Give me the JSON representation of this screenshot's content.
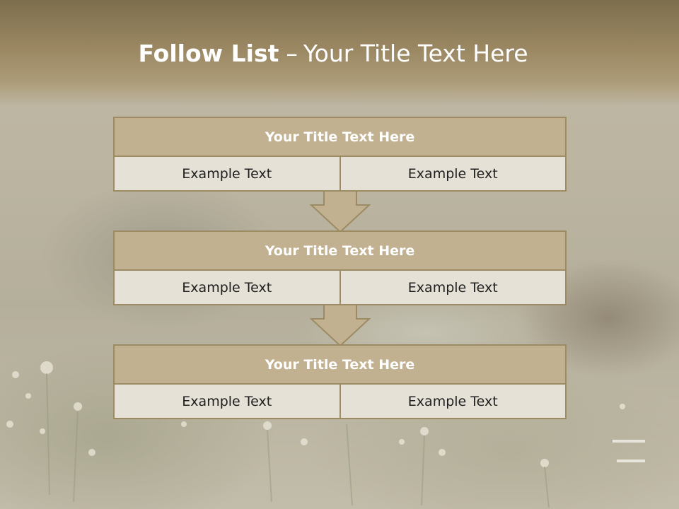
{
  "slide": {
    "title_bold": "Follow List",
    "title_dash": "–",
    "title_rest": "Your Title Text Here"
  },
  "steps": [
    {
      "title": "Your Title Text Here",
      "left": "Example Text",
      "right": "Example Text"
    },
    {
      "title": "Your Title Text Here",
      "left": "Example Text",
      "right": "Example Text"
    },
    {
      "title": "Your Title Text Here",
      "left": "Example Text",
      "right": "Example Text"
    }
  ],
  "colors": {
    "header": "#9a8762",
    "box_title": "#c1b190",
    "box_border": "#9d8b64",
    "cell_bg": "#e6e1d6"
  },
  "icons": {
    "connector": "down-arrow-icon"
  }
}
